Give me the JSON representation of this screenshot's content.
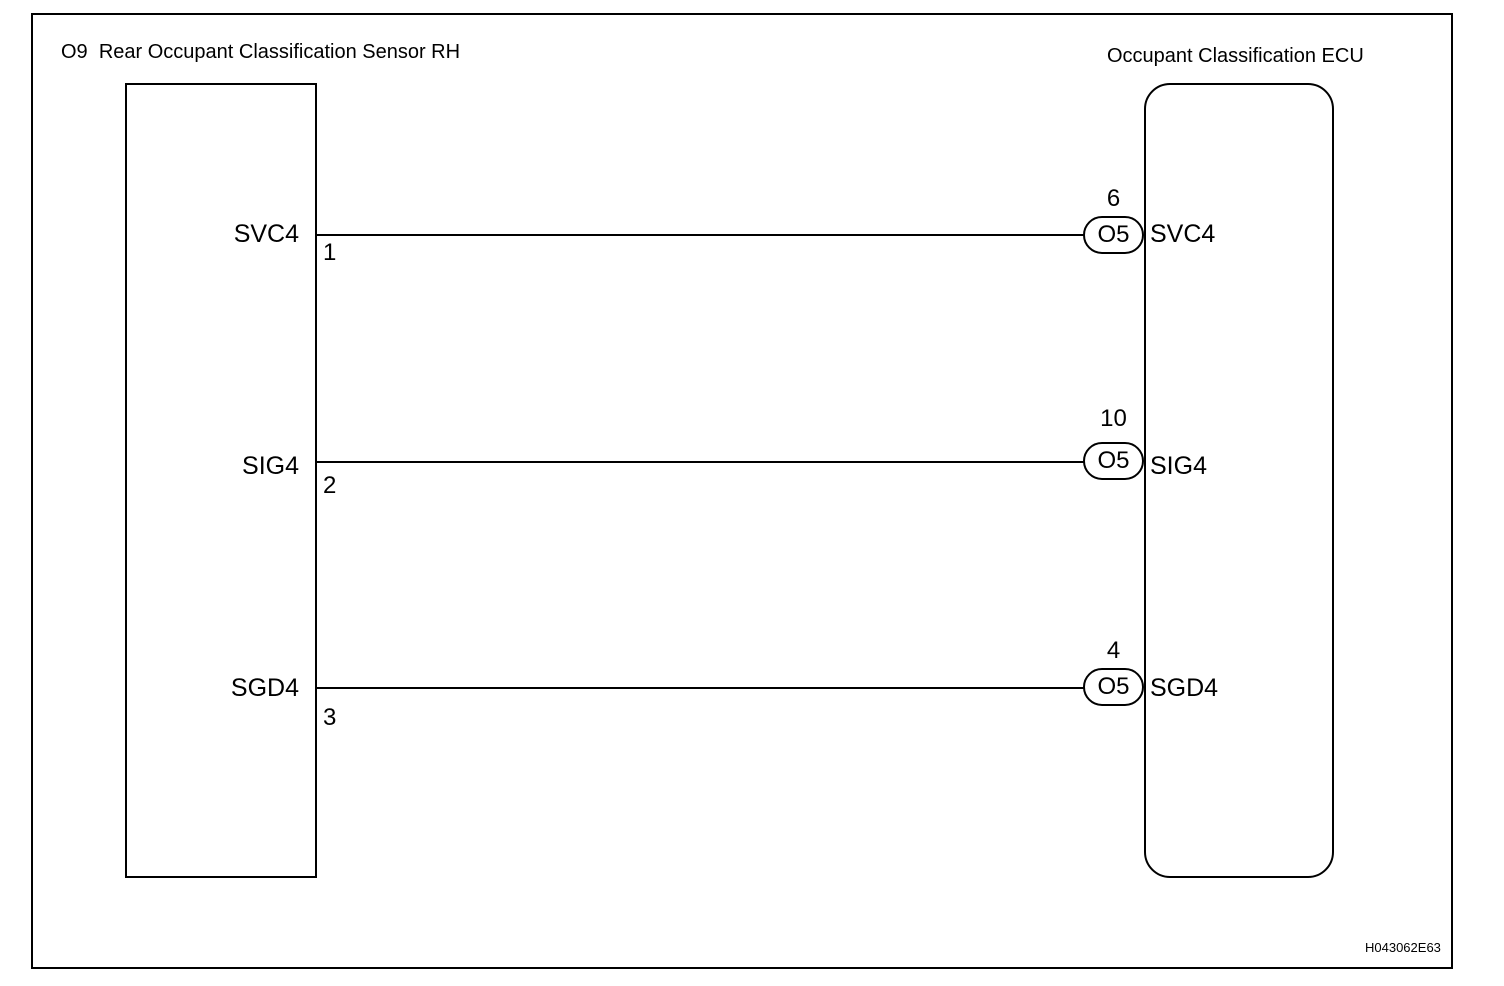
{
  "left_component": {
    "code": "O9",
    "name": "Rear Occupant Classification Sensor RH"
  },
  "right_component": {
    "name": "Occupant Classification ECU",
    "connector_code": "O5"
  },
  "circuits": [
    {
      "left_terminal": "SVC4",
      "left_pin": "1",
      "right_pin": "6",
      "right_connector": "O5",
      "right_terminal": "SVC4"
    },
    {
      "left_terminal": "SIG4",
      "left_pin": "2",
      "right_pin": "10",
      "right_connector": "O5",
      "right_terminal": "SIG4"
    },
    {
      "left_terminal": "SGD4",
      "left_pin": "3",
      "right_pin": "4",
      "right_connector": "O5",
      "right_terminal": "SGD4"
    }
  ],
  "reference_code": "H043062E63"
}
